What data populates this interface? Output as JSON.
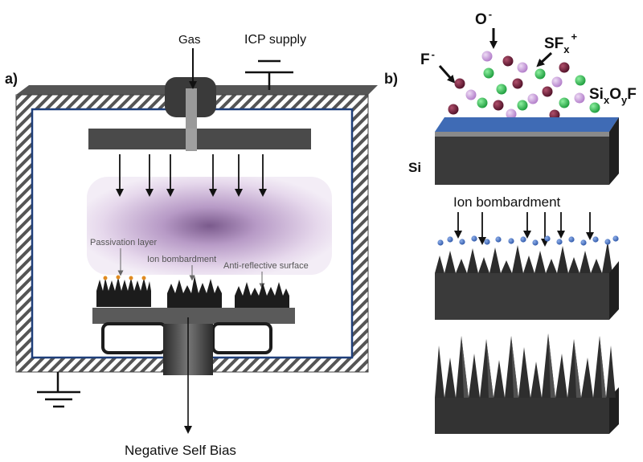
{
  "panel_a": {
    "label": "a)",
    "gas": "Gas",
    "icp_supply": "ICP supply",
    "passivation_layer": "Passivation layer",
    "ion_bombardment": "Ion bombardment",
    "anti_reflective_surface": "Anti-reflective surface",
    "negative_self_bias": "Negative Self Bias"
  },
  "panel_b": {
    "label": "b)",
    "o_ion": "O",
    "o_charge": "-",
    "f_ion": "F",
    "f_charge": "-",
    "sf_base": "SF",
    "sf_sub": "x",
    "sf_charge": "+",
    "sioyf_si": "Si",
    "sioyf_x": "x",
    "sioyf_o": "O",
    "sioyf_y": "y",
    "sioyf_f": "F",
    "si_label": "Si",
    "ion_bombardment": "Ion bombardment"
  },
  "colors": {
    "dark": "#2b2b2b",
    "chamber_gray": "#555555",
    "chamber_outline": "#1f3f7a",
    "plasma": "#c9a9d6",
    "oxide_blue": "#3f6bb5",
    "ion_violet": "#c08fd0",
    "ion_green": "#22aa44",
    "ion_maroon": "#6a1a35",
    "passivation_orange": "#e08a20"
  }
}
